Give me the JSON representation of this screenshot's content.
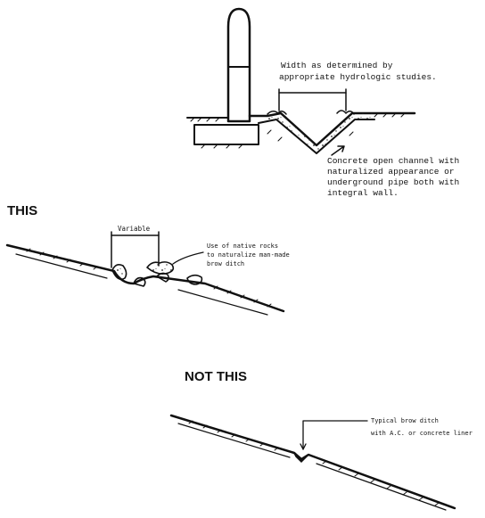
{
  "top_detail": {
    "width_note": [
      "Width as determined by",
      "appropriate hydrologic studies."
    ],
    "channel_note": [
      "Concrete open channel with",
      "naturalized appearance or",
      "underground pipe both with",
      "integral wall."
    ]
  },
  "this_detail": {
    "heading": "THIS",
    "dimension_label": "Variable",
    "rocks_note": [
      "Use of native rocks",
      "to naturalize man-made",
      "brow ditch"
    ]
  },
  "not_this_detail": {
    "heading": "NOT THIS",
    "ditch_note": [
      "Typical brow ditch",
      "with A.C. or concrete liner"
    ]
  }
}
